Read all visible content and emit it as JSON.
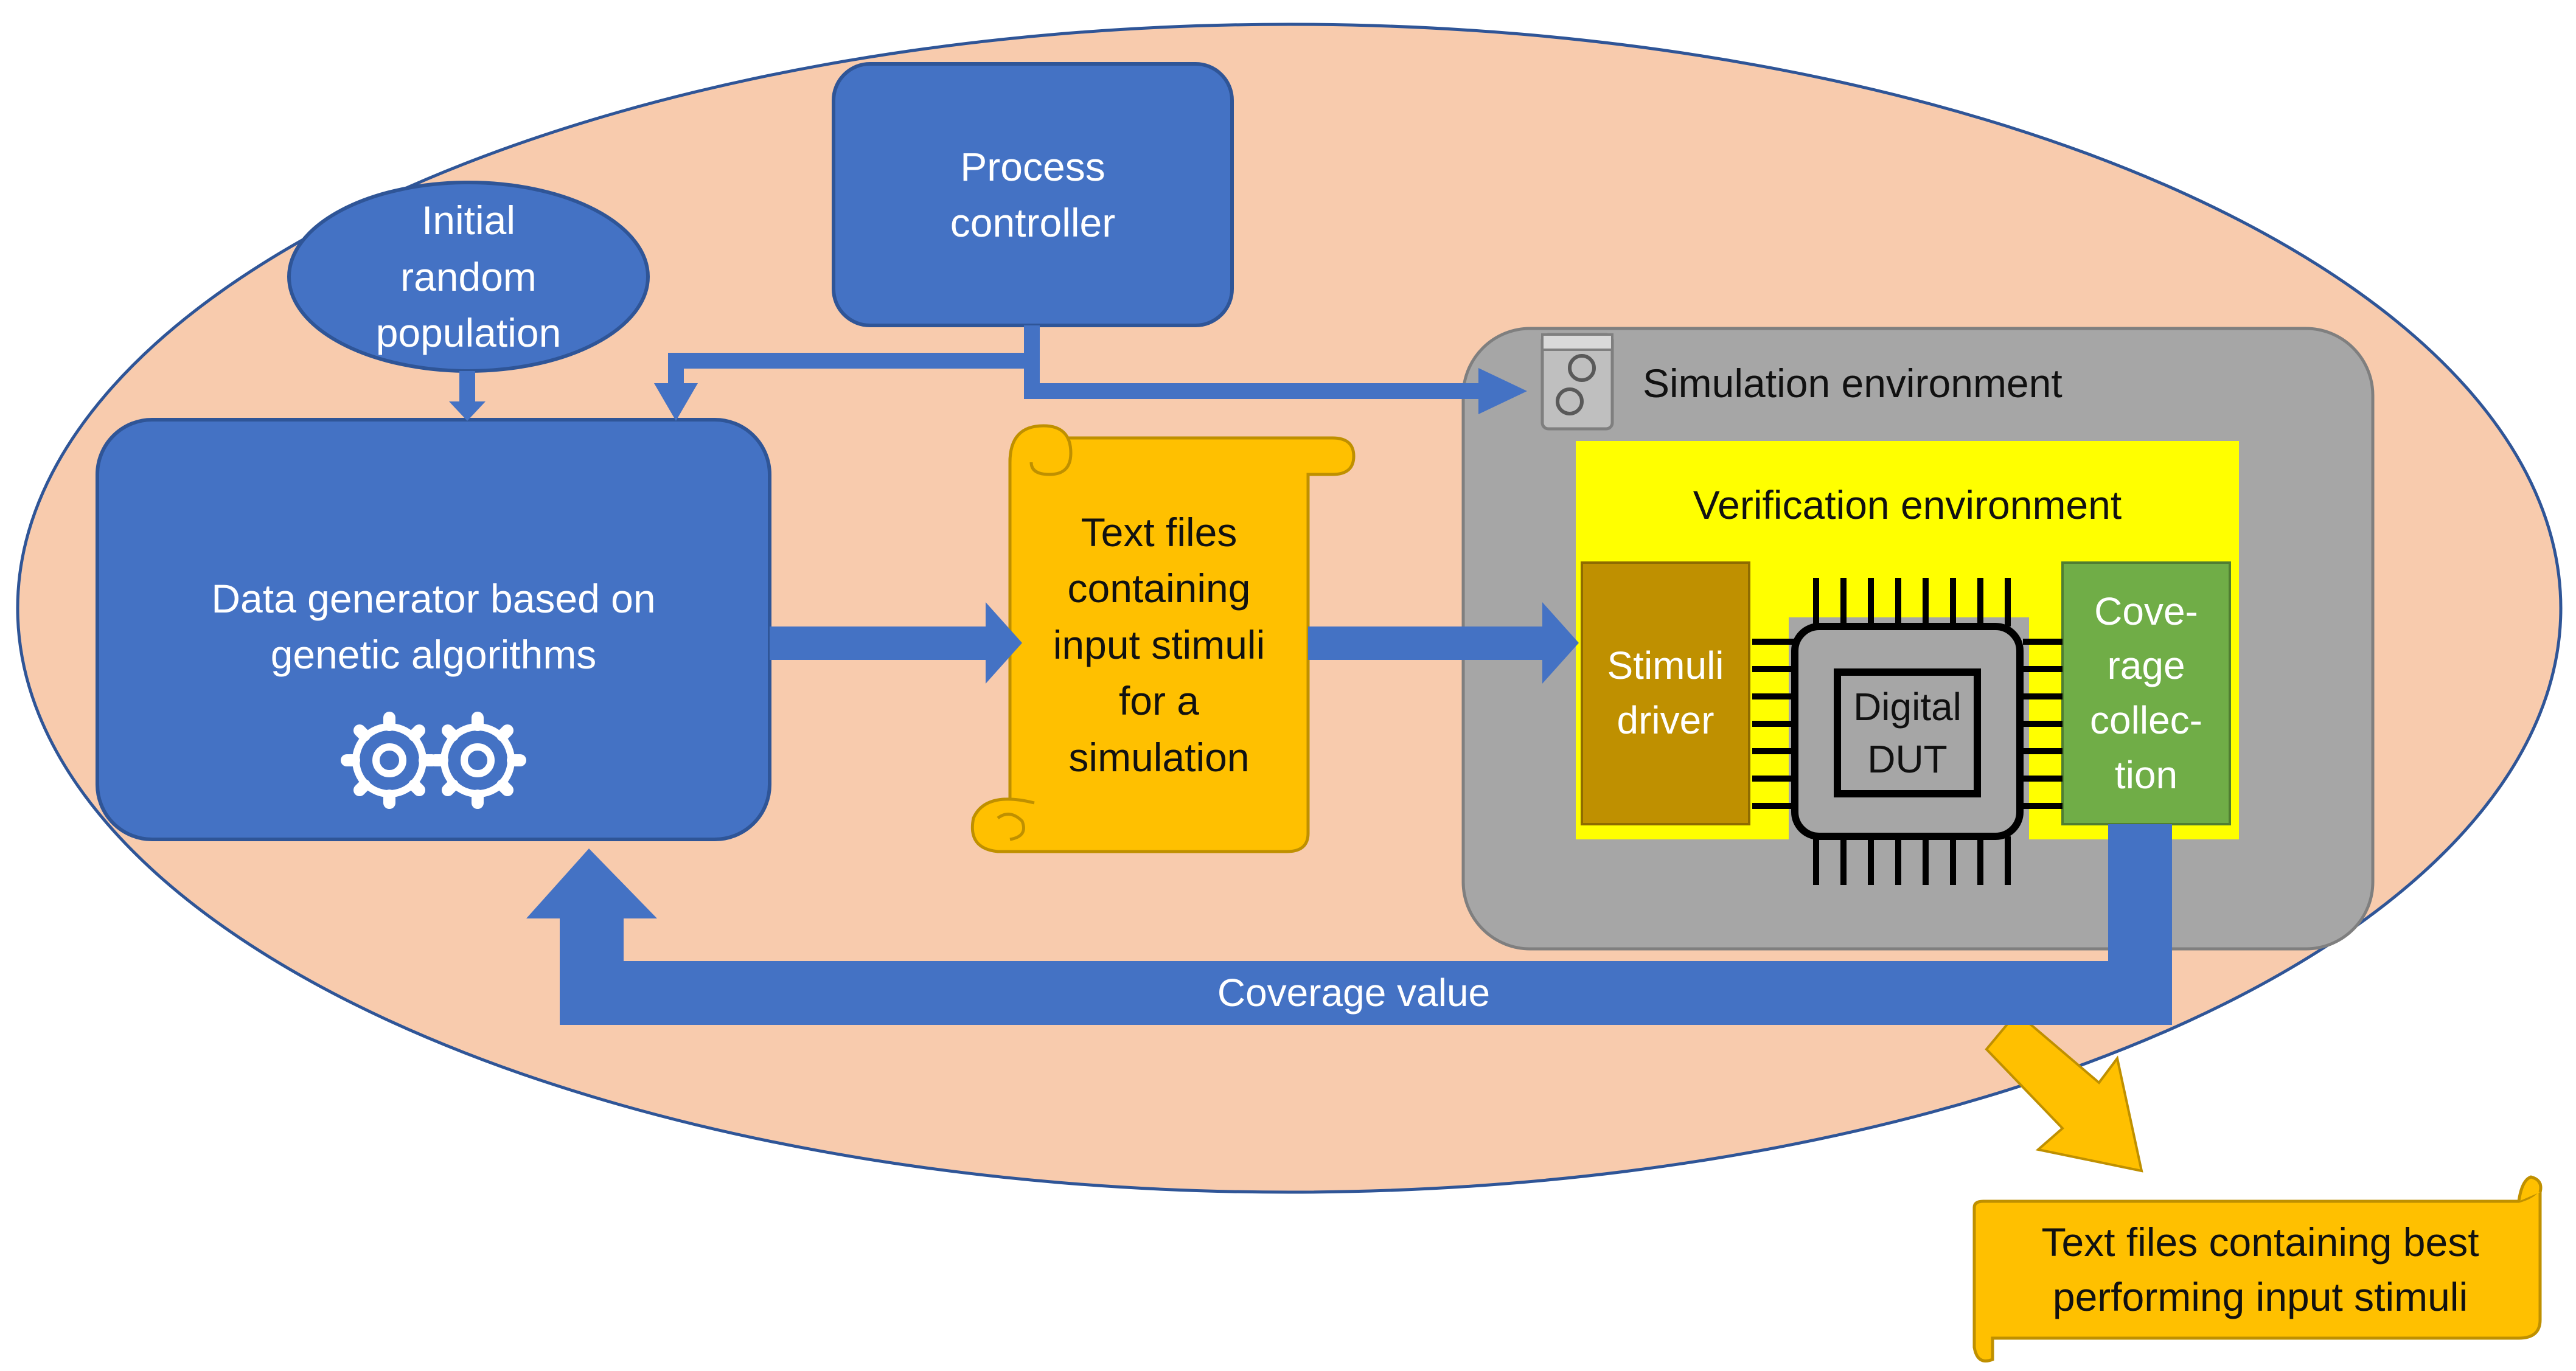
{
  "diagram": {
    "initial_population": [
      "Initial",
      "random",
      "population"
    ],
    "process_controller": [
      "Process",
      "controller"
    ],
    "data_generator": [
      "Data generator based on",
      "genetic algorithms"
    ],
    "text_files_sim": [
      "Text files",
      "containing",
      "input stimuli",
      "for a",
      "simulation"
    ],
    "simulation_environment": "Simulation environment",
    "verification_environment": "Verification environment",
    "stimuli_driver": [
      "Stimuli",
      "driver"
    ],
    "digital_dut": [
      "Digital",
      "DUT"
    ],
    "coverage_collection": [
      "Cove-",
      "rage",
      "collec-",
      "tion"
    ],
    "coverage_value": "Coverage value",
    "best_stimuli": [
      "Text files containing best",
      "performing input stimuli"
    ]
  },
  "icons": [
    "gears-icon",
    "script-gears-icon",
    "chip-icon",
    "scroll-icon"
  ],
  "colors": {
    "ellipse_fill": "#F8CBAD",
    "ellipse_stroke": "#2F5597",
    "box_blue": "#4472C4",
    "box_blue_stroke": "#2F5597",
    "scroll_orange": "#FFC000",
    "scroll_stroke": "#BF9000",
    "sim_env_gray": "#A6A6A6",
    "verif_yellow": "#FFFF00",
    "stimuli_driver": "#BF9000",
    "coverage_green": "#70AD47",
    "chip_gray": "#A6A6A6",
    "arrow_gold": "#FFC000"
  }
}
